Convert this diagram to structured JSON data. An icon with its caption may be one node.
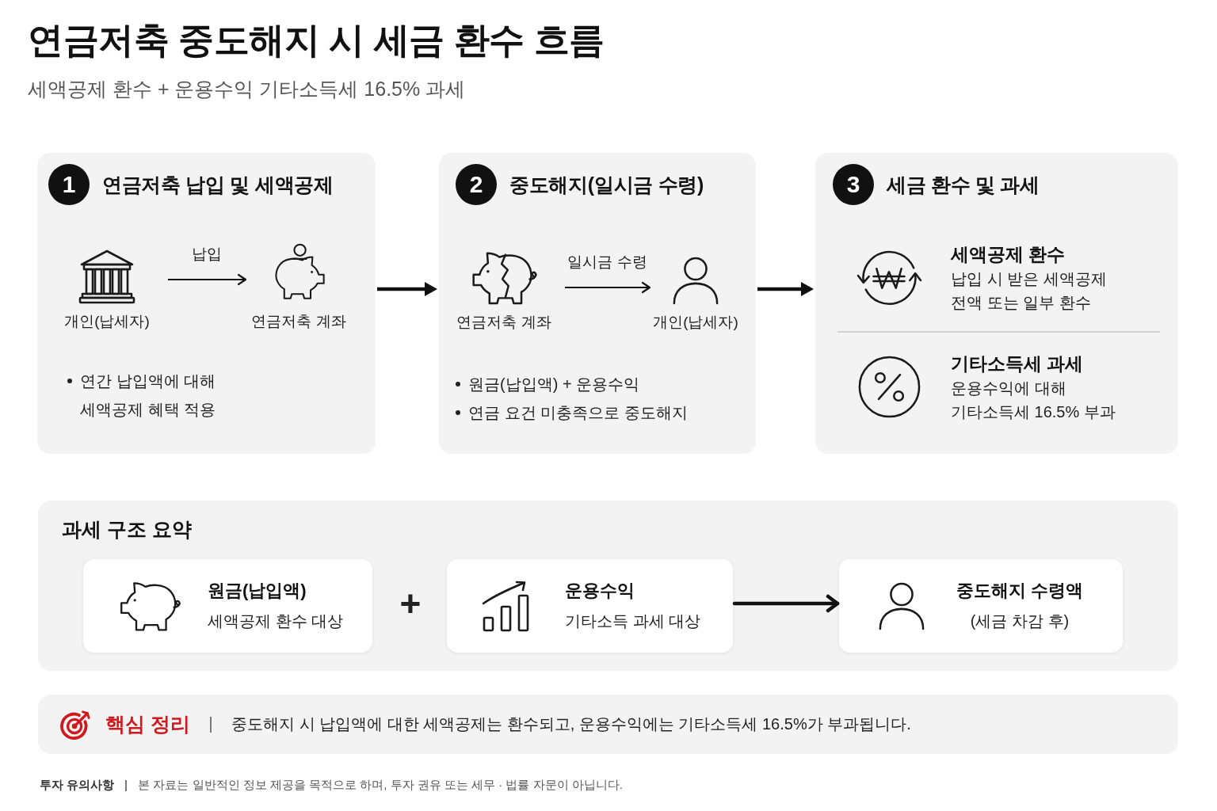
{
  "diagram": {
    "title": "연금저축 중도해지 시 세금 환수 흐름",
    "nodes": [
      {
        "text": [
          "1",
          "연금저축 납입 및 세액공제",
          "연간 납입액에 대해 세액공제 혜택 적용"
        ]
      },
      {
        "text": [
          "개인(납세자)"
        ],
        "in": 0
      },
      {
        "text": [
          "연금저축 계좌"
        ],
        "in": 0
      },
      {
        "text": [
          "2",
          "중도해지(일시금 수령)",
          "원금(납입액) + 운용수익",
          "연금 요건 미충족으로 중도해지"
        ]
      },
      {
        "text": [
          "연금저축 계좌"
        ],
        "in": 3
      },
      {
        "text": [
          "개인(납세자)"
        ],
        "in": 3
      },
      {
        "text": [
          "3",
          "세금 환수 및 과세",
          "세액공제 환수",
          "납입 시 받은 세액공제 전액 또는 일부 환수",
          "기타소득세 과세",
          "운용수익에 대해 기타소득세 16.5% 부과"
        ]
      },
      {
        "text": [
          "과세 구조 요약"
        ]
      },
      {
        "text": [
          "원금(납입액)",
          "세액공제 환수 대상"
        ],
        "in": 7
      },
      {
        "text": [
          "운용수익",
          "기타소득 과세 대상"
        ],
        "in": 7
      },
      {
        "text": [
          "중도해지 수령액",
          "(세금 차감 후)"
        ],
        "in": 7
      },
      {
        "text": [
          "핵심 정리",
          "중도해지 시 납입액에 대한 세액공제는 환수되고, 운용수익에는 기타소득세 16.5%가 부과됩니다."
        ]
      }
    ],
    "edges": [
      {
        "from": 1,
        "to": 2,
        "arrow": "to",
        "label": "납입"
      },
      {
        "from": 4,
        "to": 5,
        "arrow": "to",
        "label": "일시금 수령"
      },
      {
        "from": 0,
        "to": 3,
        "arrow": "to"
      },
      {
        "from": 3,
        "to": 6,
        "arrow": "to"
      },
      {
        "from": 9,
        "to": 10,
        "arrow": "to"
      }
    ],
    "labels": [
      "세액공제 환수 + 운용수익 기타소득세 16.5% 과세",
      "+",
      "투자 유의사항",
      "본 자료는 일반적인 정보 제공을 목적으로 하며, 투자 권유 또는 세무 · 법률 자문이 아닙니다."
    ]
  }
}
